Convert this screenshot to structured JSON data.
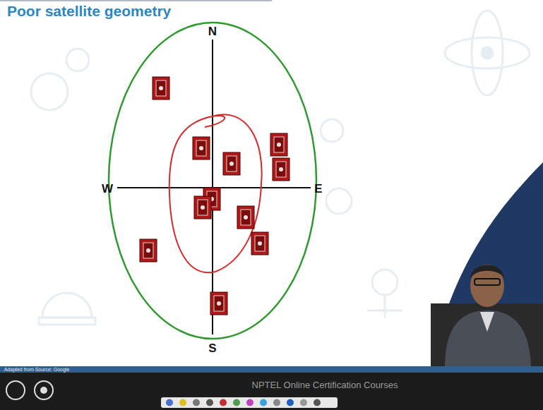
{
  "diagram": {
    "title": "Poor satellite geometry",
    "labels": [
      "N",
      "W",
      "E",
      "S",
      "Adapted from Source: Google",
      "NPTEL Online Certification Courses"
    ]
  }
}
